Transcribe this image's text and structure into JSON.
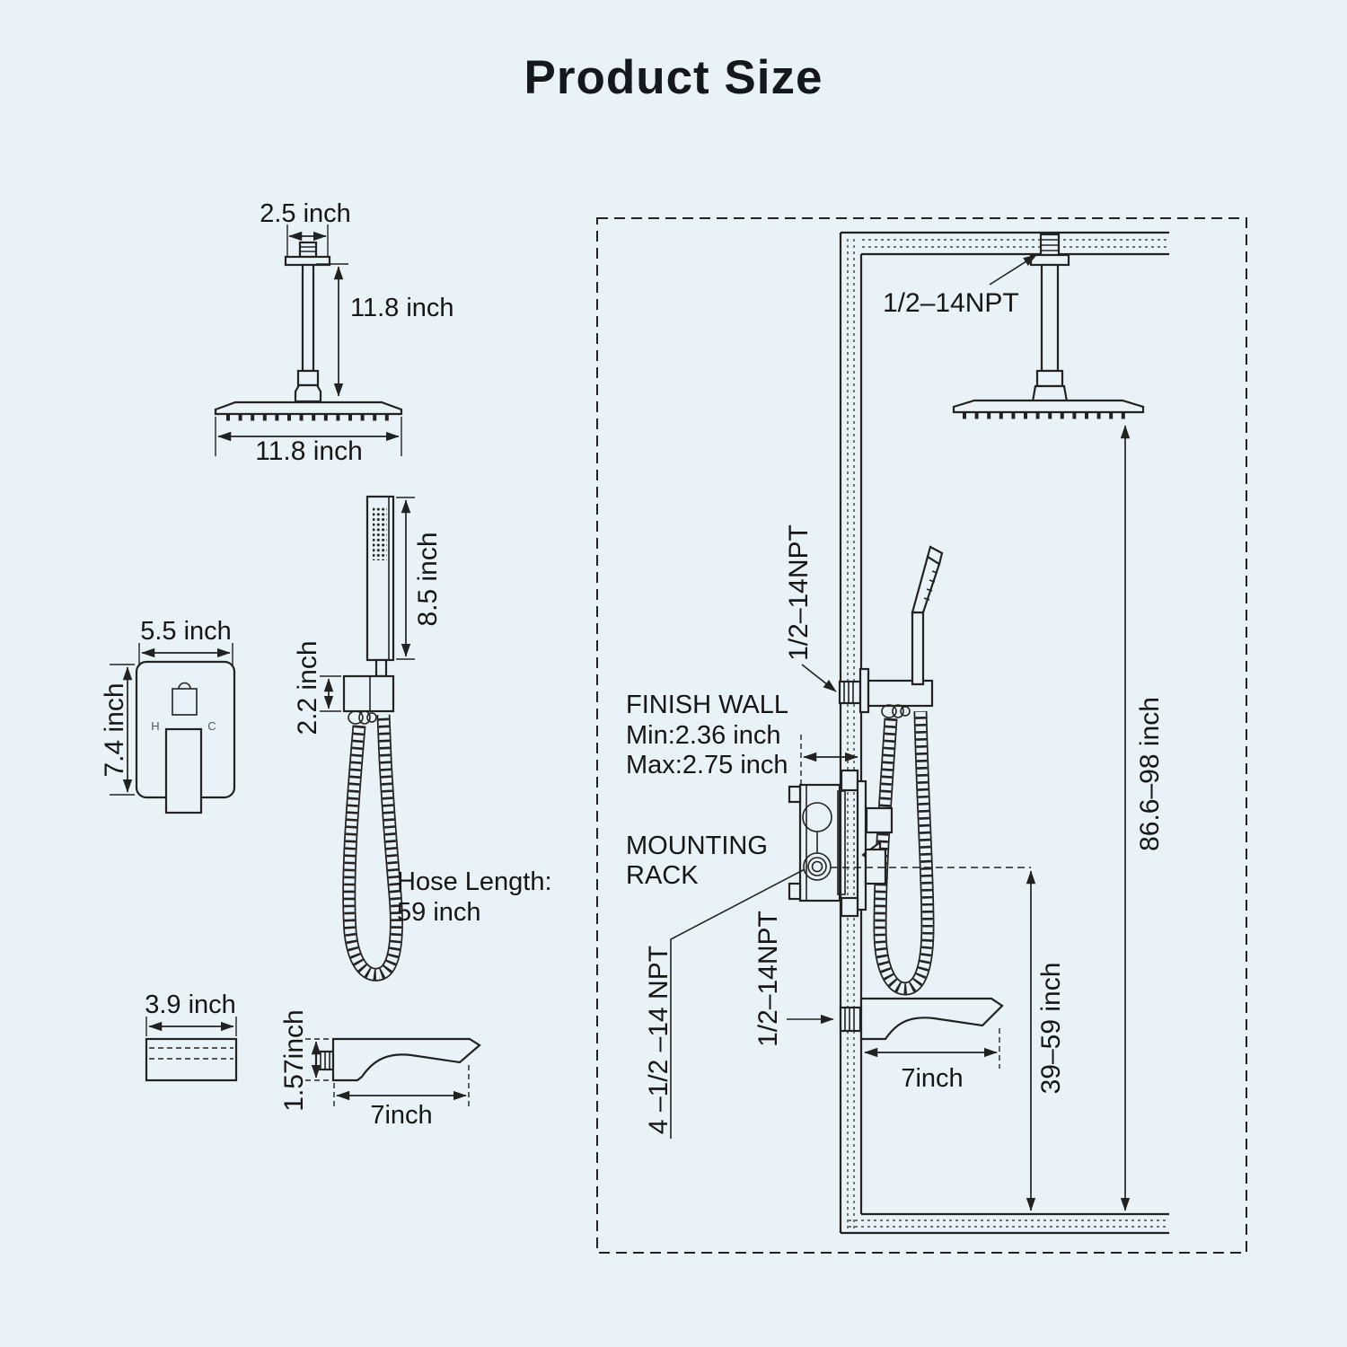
{
  "title": "Product Size",
  "colors": {
    "bg": "#e9f3f7",
    "line": "#222222",
    "text": "#161616"
  },
  "left_diagrams": {
    "ceiling_shower": {
      "arm_flange_width": "2.5 inch",
      "arm_length": "11.8 inch",
      "head_width": "11.8 inch"
    },
    "hand_shower": {
      "wand_length": "8.5 inch",
      "holder_height": "2.2 inch",
      "hose_length_line1": "Hose Length:",
      "hose_length_line2": "59 inch"
    },
    "valve": {
      "plate_width": "5.5 inch",
      "plate_height": "7.4 inch",
      "hot_marker": "H",
      "cold_marker": "C"
    },
    "mounting_plate": {
      "width": "3.9 inch"
    },
    "tub_spout": {
      "height": "1.57inch",
      "length": "7inch"
    }
  },
  "installation": {
    "ceiling_arm_thread": "1/2–14NPT",
    "hand_shower_thread": "1/2–14NPT",
    "finish_wall_line1": "FINISH WALL",
    "finish_wall_line2": "Min:2.36 inch",
    "finish_wall_line3": "Max:2.75 inch",
    "mounting_rack_line1": "MOUNTING",
    "mounting_rack_line2": "RACK",
    "valve_ports_thread": "4 –1/2 –14 NPT",
    "tub_spout_thread": "1/2–14NPT",
    "tub_spout_length": "7inch",
    "spout_height_range": "39–59 inch",
    "overall_height_range": "86.6–98 inch"
  }
}
